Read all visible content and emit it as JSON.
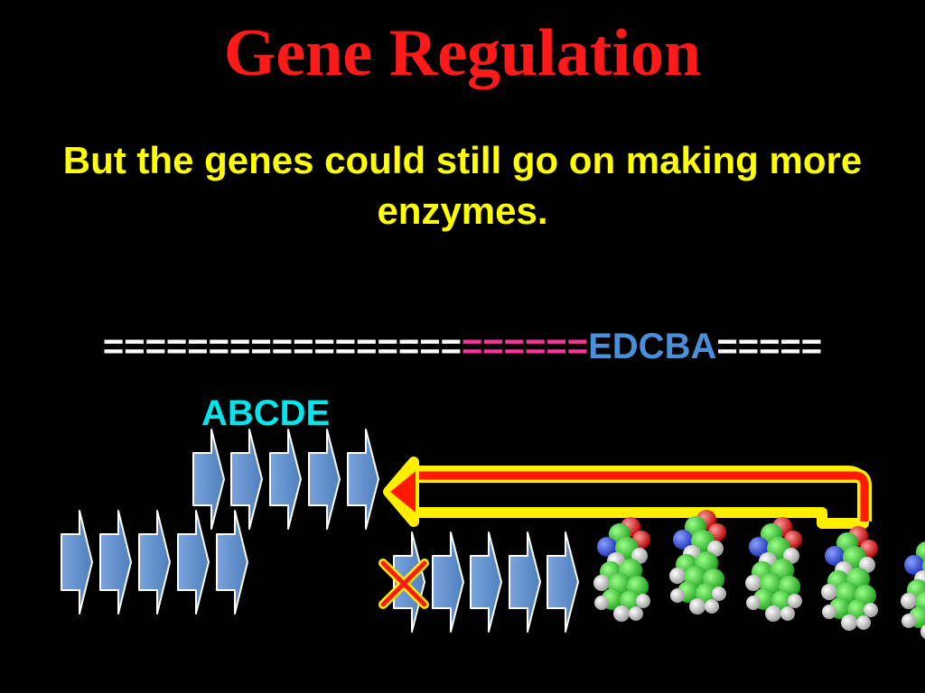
{
  "title": "Gene Regulation",
  "subtitle": "But the genes could still go on making more enzymes.",
  "dna_strand": {
    "white_run": "=================",
    "pink_run": "======",
    "genes": "EDCBA",
    "tail_run": "====="
  },
  "gene_label": "ABCDE",
  "colors": {
    "background": "#000000",
    "title": "#ff1a1a",
    "subtitle": "#ffff00",
    "gene_label": "#00e5ee",
    "genes": "#4a90d9",
    "pink_run": "#ff3399",
    "enzyme_arrow": "#5b8ccc",
    "feedback_arrow_fill": "#ff1a00",
    "feedback_arrow_outline": "#ffee00",
    "block_mark": "#ff1a1a"
  },
  "icons": {
    "enzyme": "chevron-arrow",
    "blocked": "x-mark",
    "product": "space-filling-molecule",
    "feedback": "curved-return-arrow"
  }
}
